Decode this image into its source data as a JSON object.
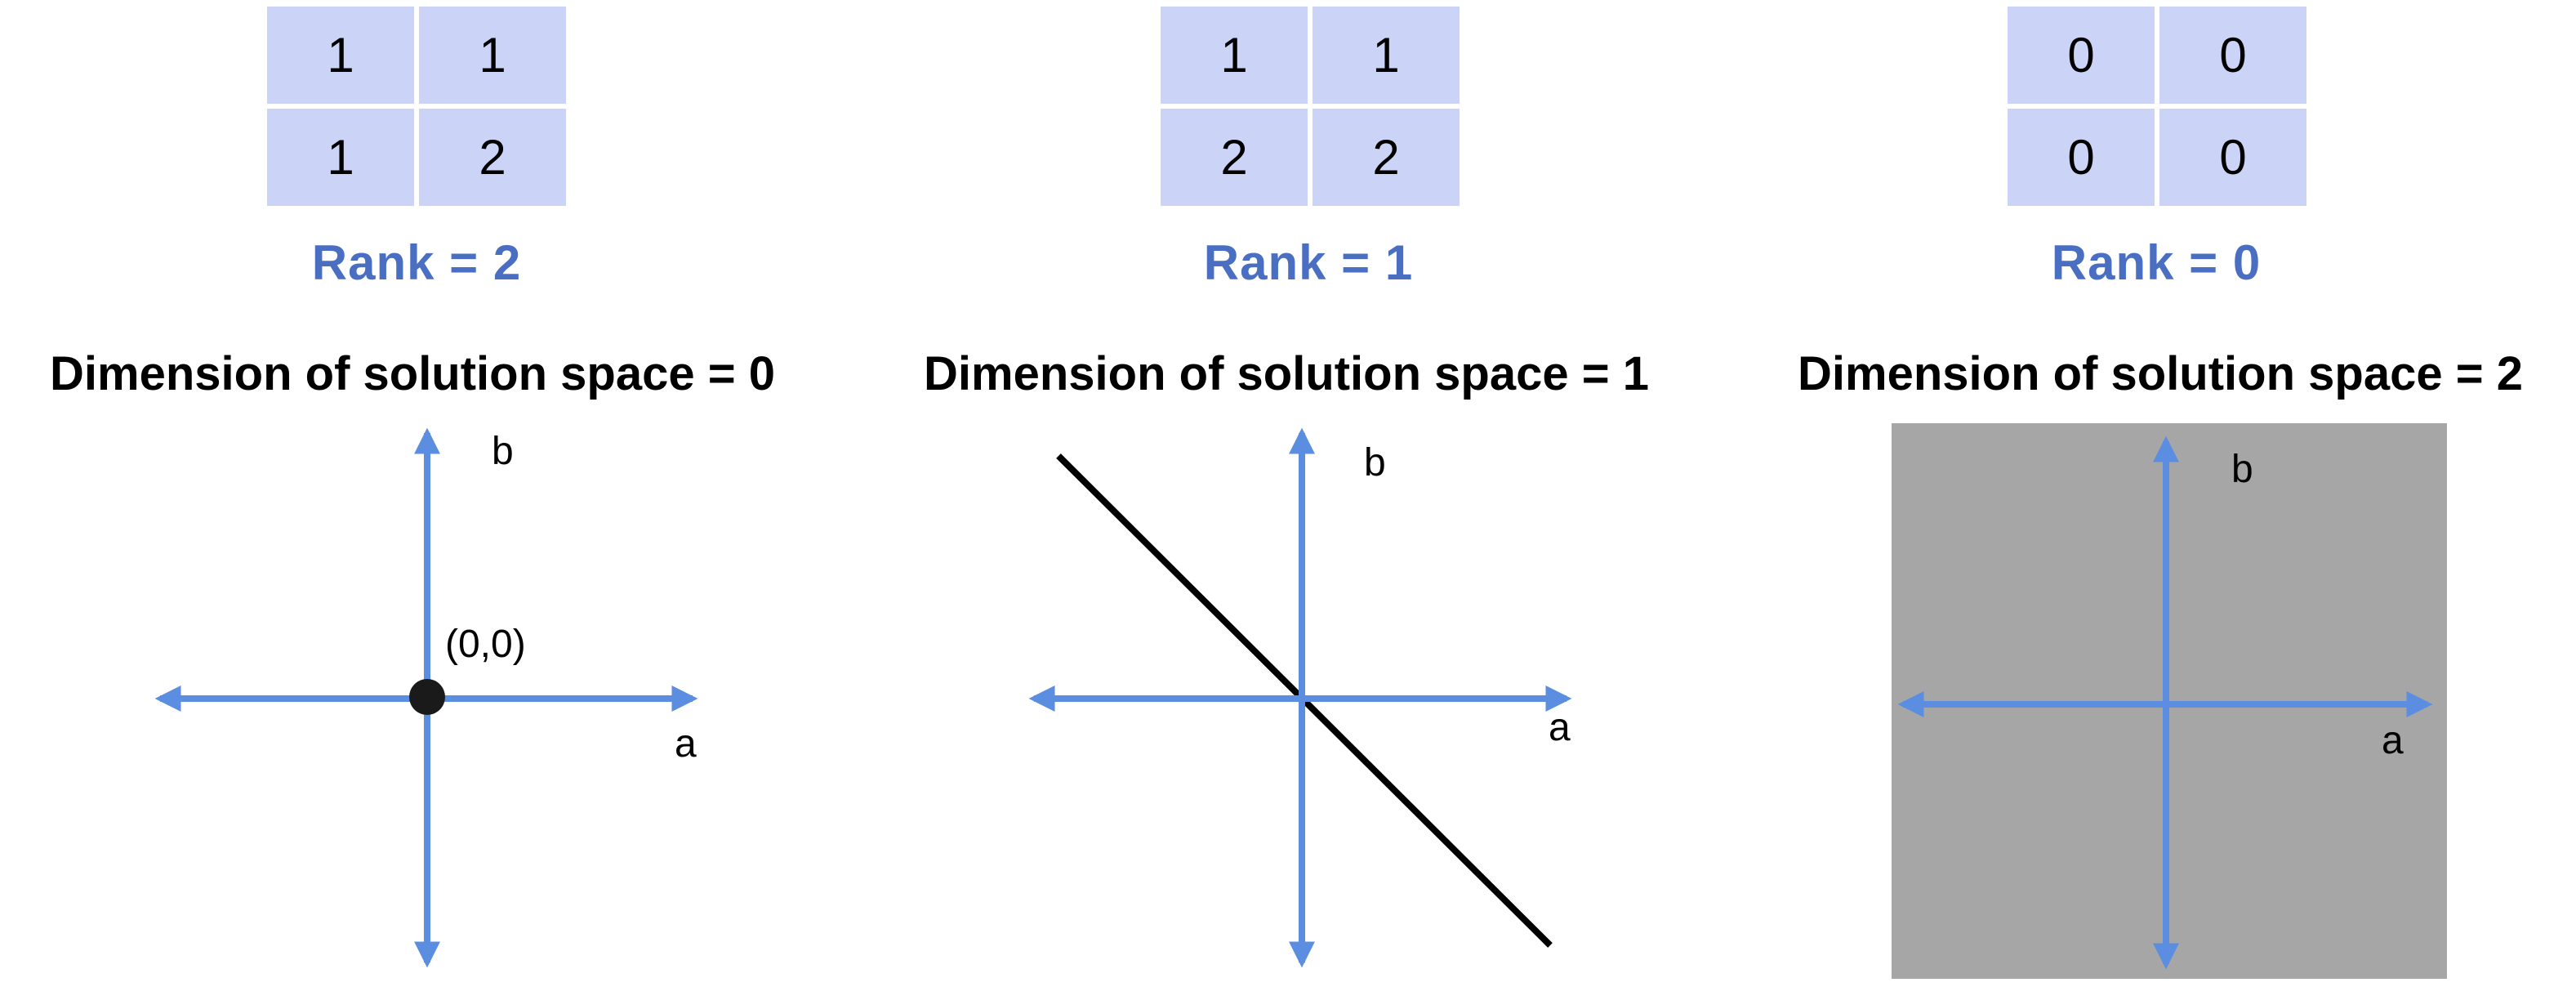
{
  "colors": {
    "cell_fill": "#cbd3f7",
    "rank_text": "#4a6fc2",
    "axis": "#5b8de0",
    "solution": "#000000",
    "plane_fill": "#a6a6a6"
  },
  "panels": [
    {
      "matrix": [
        [
          "1",
          "1"
        ],
        [
          "1",
          "2"
        ]
      ],
      "rank_label": "Rank = 2",
      "dimension_label": "Dimension of solution space = 0",
      "axis_x_label": "a",
      "axis_y_label": "b",
      "origin_label": "(0,0)",
      "solution_kind": "point"
    },
    {
      "matrix": [
        [
          "1",
          "1"
        ],
        [
          "2",
          "2"
        ]
      ],
      "rank_label": "Rank = 1",
      "dimension_label": "Dimension of solution space = 1",
      "axis_x_label": "a",
      "axis_y_label": "b",
      "solution_kind": "line"
    },
    {
      "matrix": [
        [
          "0",
          "0"
        ],
        [
          "0",
          "0"
        ]
      ],
      "rank_label": "Rank = 0",
      "dimension_label": "Dimension of solution space = 2",
      "axis_x_label": "a",
      "axis_y_label": "b",
      "solution_kind": "plane"
    }
  ]
}
